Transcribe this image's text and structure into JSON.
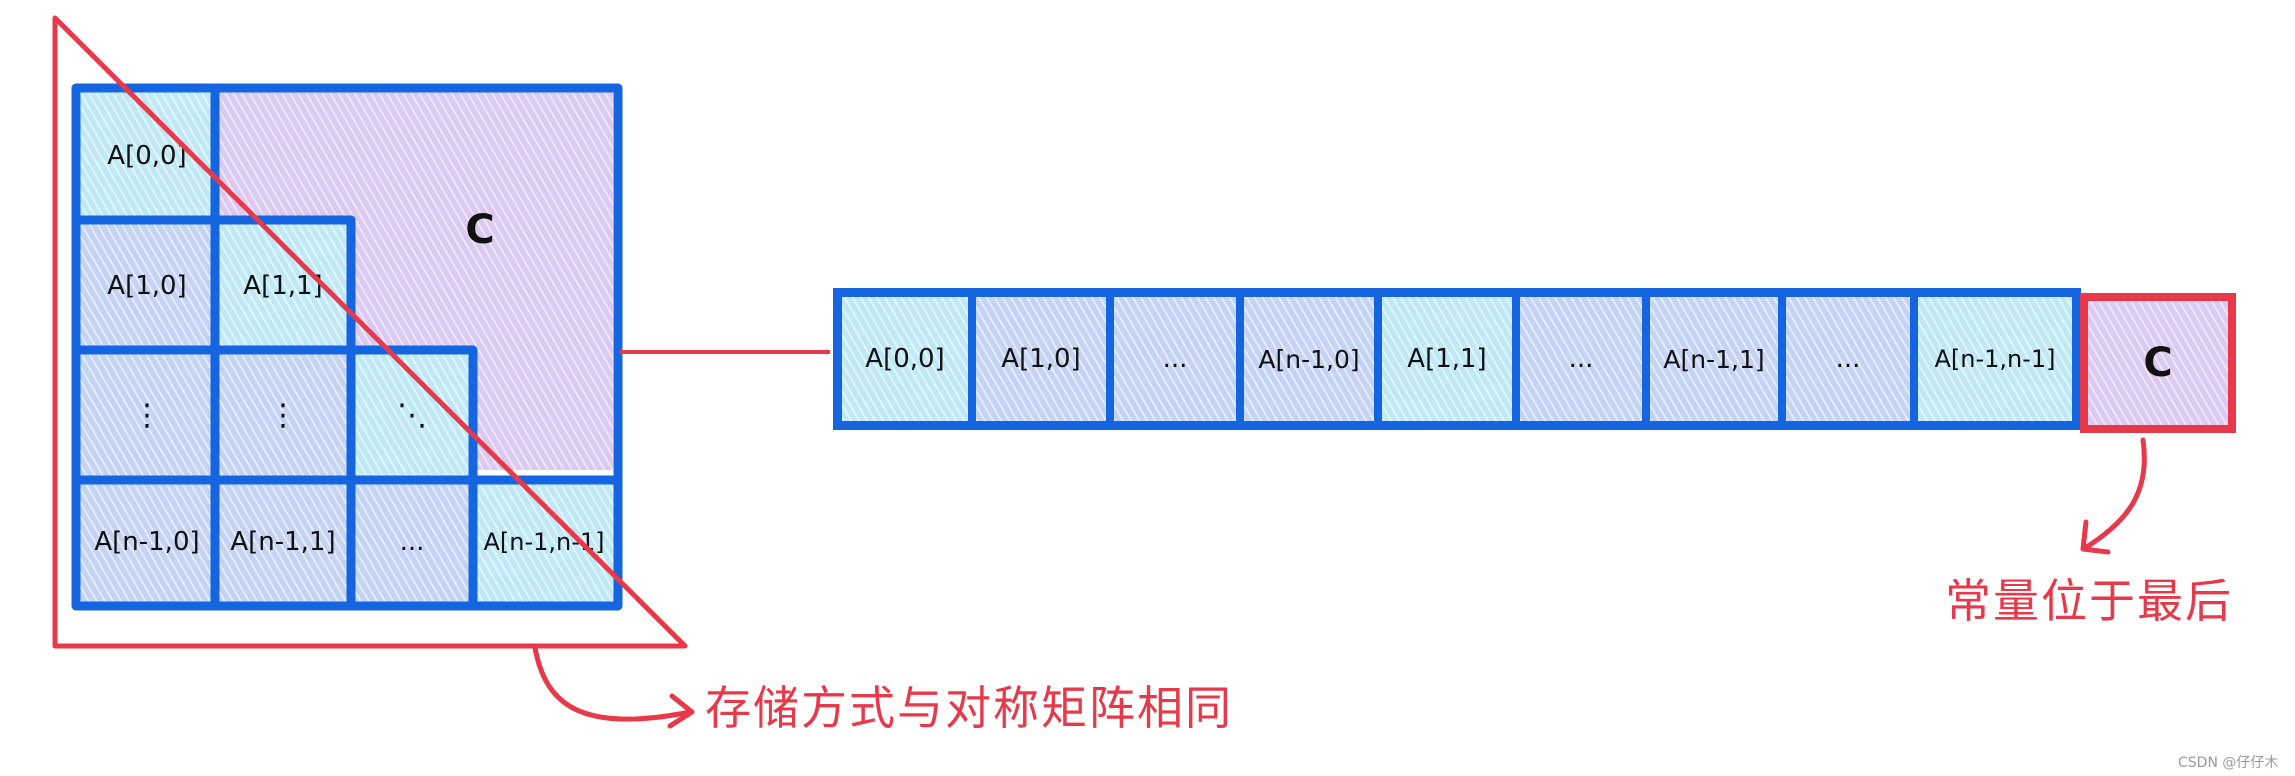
{
  "matrix": {
    "upper_label": "C",
    "cells": [
      [
        "A[0,0]"
      ],
      [
        "A[1,0]",
        "A[1,1]"
      ],
      [
        "⋮",
        "⋮",
        "⋱"
      ],
      [
        "A[n-1,0]",
        "A[n-1,1]",
        "...",
        "A[n-1,n-1]"
      ]
    ]
  },
  "array": {
    "cells": [
      "A[0,0]",
      "A[1,0]",
      "...",
      "A[n-1,0]",
      "A[1,1]",
      "...",
      "A[n-1,1]",
      "...",
      "A[n-1,n-1]"
    ],
    "constant_cell": "C"
  },
  "annotations": {
    "storage_note": "存储方式与对称矩阵相同",
    "constant_note": "常量位于最后"
  },
  "watermark": "CSDN @仔仔木",
  "colors": {
    "cyan_cell": "#bfe9f7",
    "blue_cell": "#c4d3f3",
    "purple_region": "#dcc9f2",
    "grid_border": "#1565e0",
    "red_accent": "#e8394a"
  }
}
